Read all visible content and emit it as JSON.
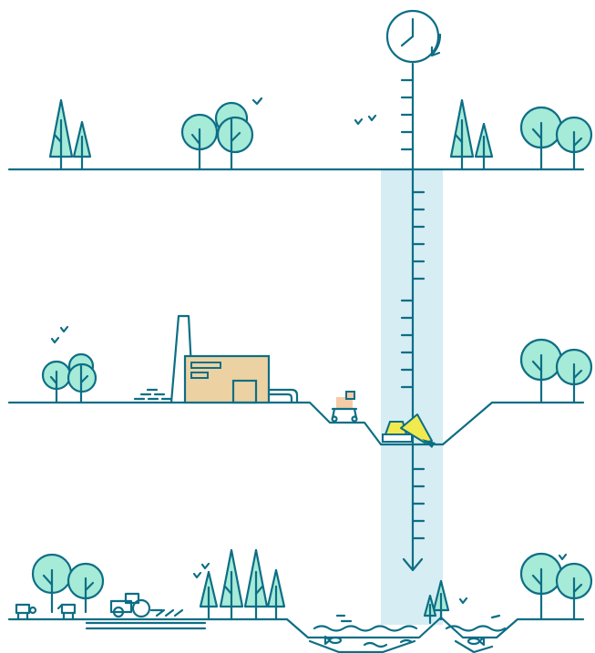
{
  "diagram": {
    "colors": {
      "line": "#0d6e85",
      "tree": "#a6ead8",
      "timeline_band": "#d6edf4",
      "factory": "#ecd2a3",
      "excavator": "#f0ea4f",
      "cart": "#f5cba8",
      "water": "#ffffff"
    },
    "timeline": {
      "start_icon": "clock-with-arrow-icon",
      "end_icon": "down-arrow-icon",
      "tick_marks": true
    },
    "scenes": [
      {
        "id": "natural-forest",
        "icons": [
          "conifer-trees",
          "deciduous-trees",
          "birds"
        ]
      },
      {
        "id": "industrial-mining",
        "icons": [
          "factory",
          "chimney",
          "bricks",
          "mining-pit",
          "excavator",
          "cart",
          "trees"
        ]
      },
      {
        "id": "restored-landscape",
        "icons": [
          "farm-animals",
          "tractor-with-plough",
          "forest",
          "lake",
          "fish",
          "birds"
        ]
      }
    ]
  }
}
